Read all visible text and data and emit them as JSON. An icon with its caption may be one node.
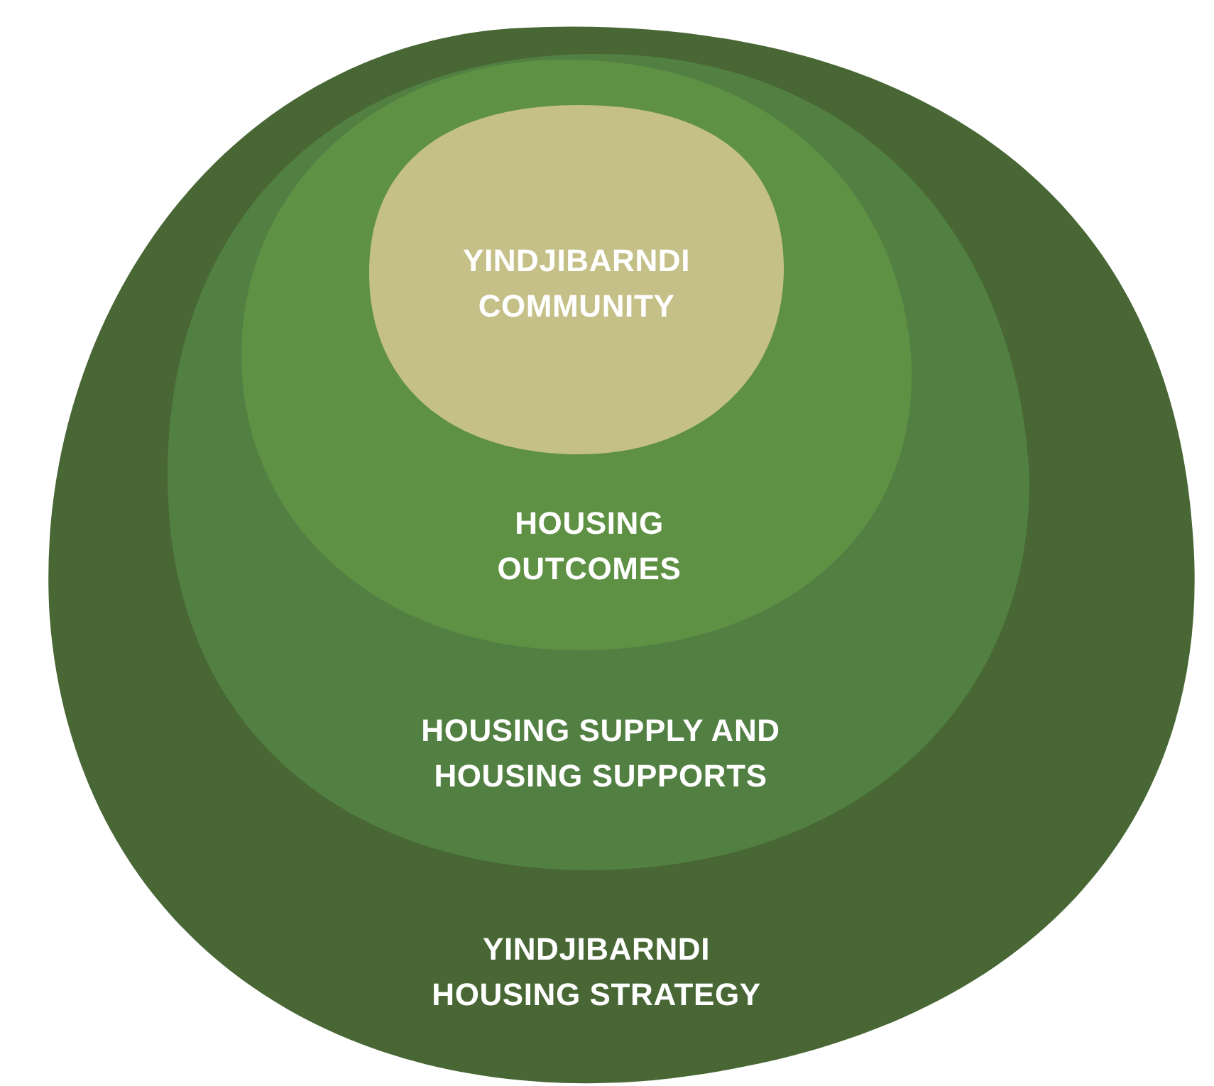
{
  "diagram": {
    "nodes": [
      {
        "text": [
          "YINDJIBARNDI HOUSING STRATEGY"
        ]
      },
      {
        "text": [
          "HOUSING SUPPLY AND HOUSING SUPPORTS"
        ],
        "in": 0
      },
      {
        "text": [
          "HOUSING OUTCOMES"
        ],
        "in": 1
      },
      {
        "text": [
          "YINDJIBARNDI COMMUNITY"
        ],
        "in": 2
      }
    ]
  }
}
